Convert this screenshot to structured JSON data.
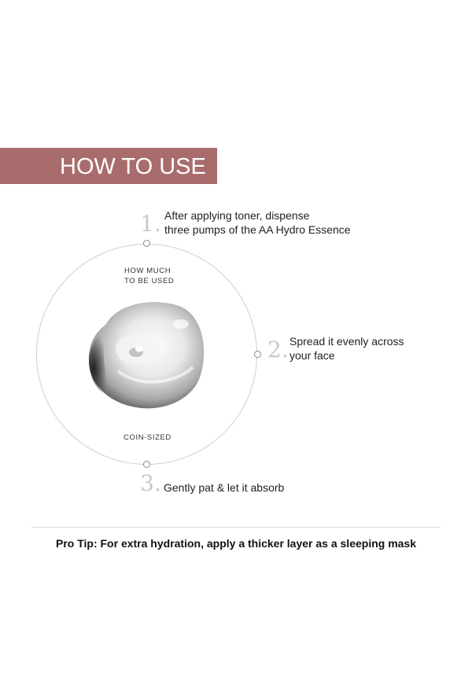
{
  "banner": {
    "title": "HOW TO USE",
    "color": "#a86c6d"
  },
  "steps": [
    {
      "number": "1.",
      "lines": [
        "After applying toner, dispense",
        "three pumps of the AA Hydro Essence"
      ]
    },
    {
      "number": "2.",
      "lines": [
        "Spread it evenly across",
        "your face"
      ]
    },
    {
      "number": "3.",
      "lines": [
        "Gently pat & let it absorb"
      ]
    }
  ],
  "circle": {
    "top_label": [
      "HOW MUCH",
      "TO BE USED"
    ],
    "bottom_label": "COIN-SIZED",
    "image": "product-swatch-gel"
  },
  "pro_tip": "Pro Tip: For extra hydration, apply a thicker layer as a sleeping mask"
}
